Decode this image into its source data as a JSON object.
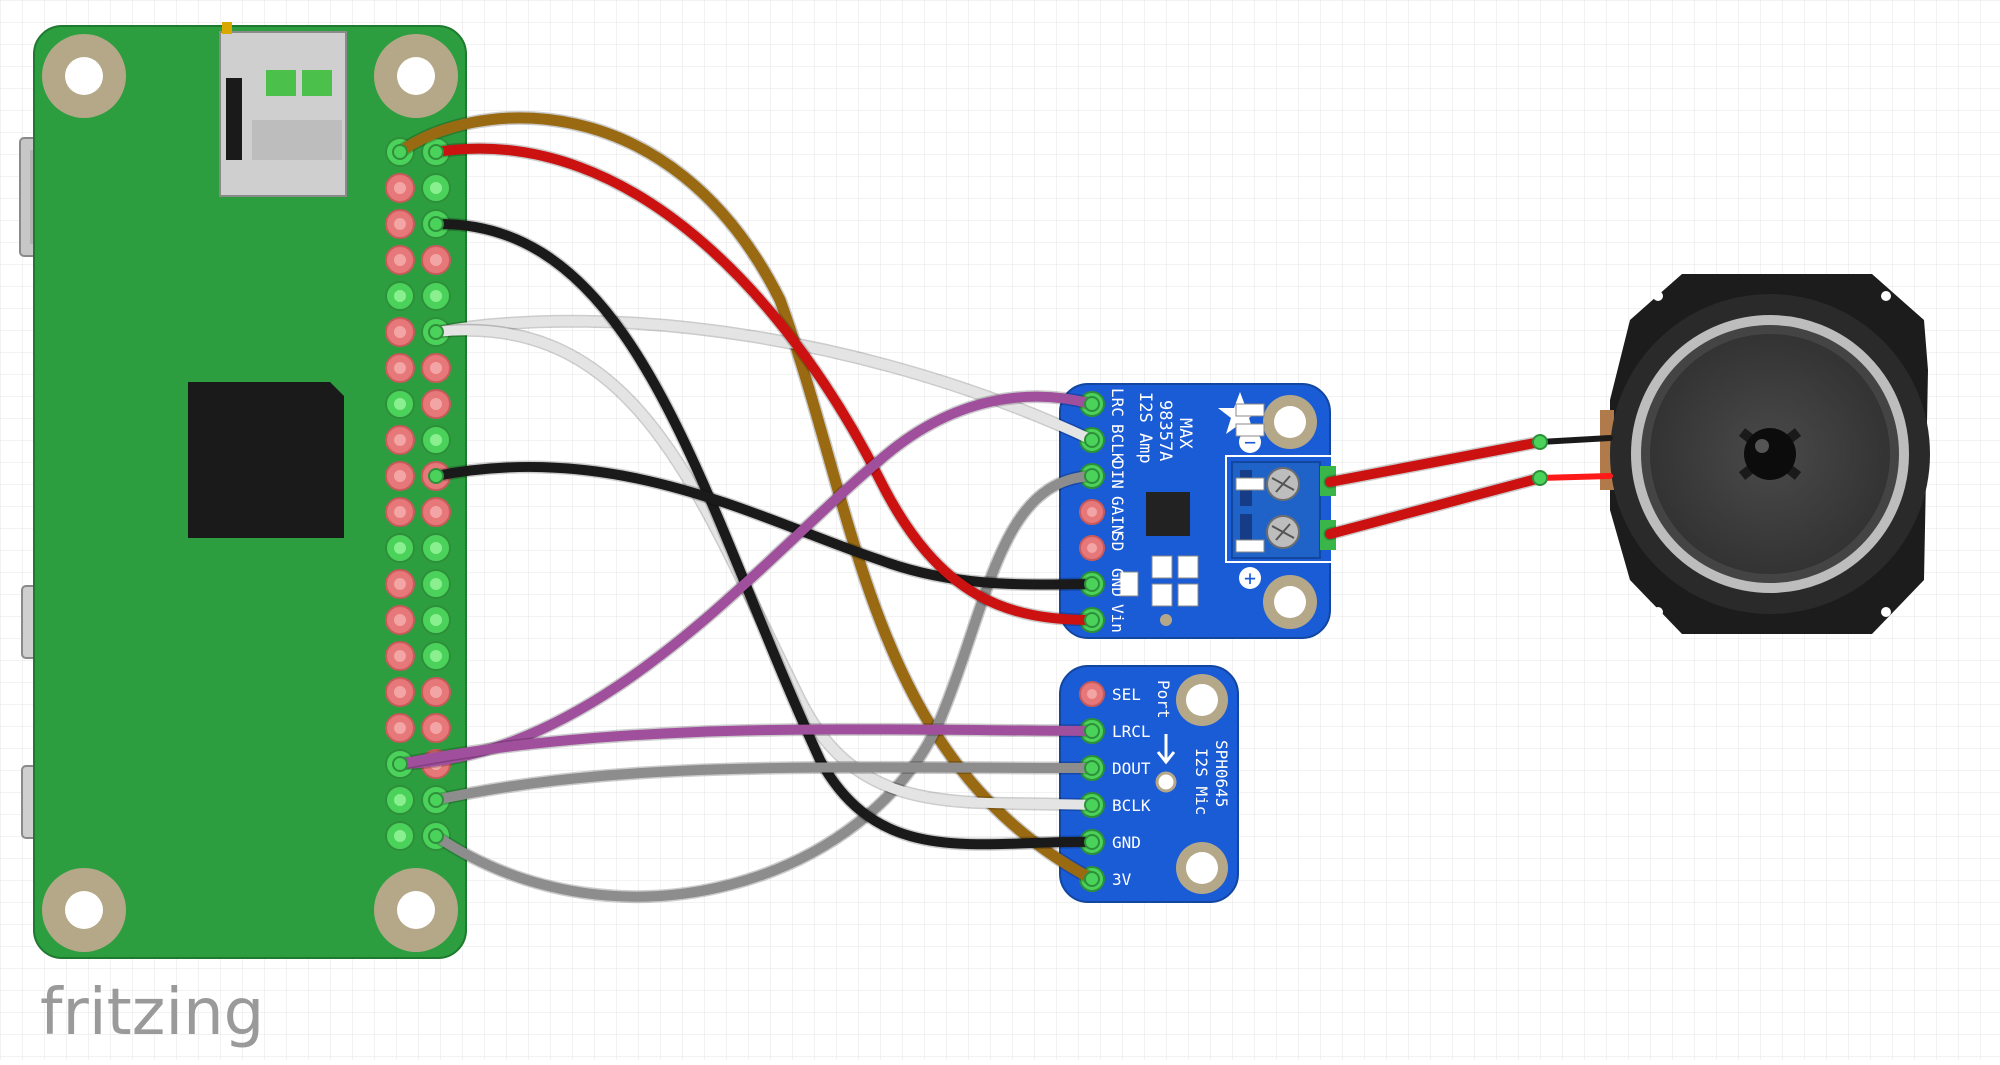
{
  "watermark": "fritzing",
  "amp": {
    "title_lines": [
      "MAX",
      "98357A",
      "I2S Amp"
    ],
    "pins": [
      "LRC",
      "BCLK",
      "DIN",
      "GAIN",
      "SD",
      "GND",
      "Vin"
    ],
    "polarity": [
      "−",
      "+"
    ]
  },
  "mic": {
    "title_lines": [
      "SPH0645",
      "I2S Mic"
    ],
    "port_label": "Port",
    "pins": [
      "SEL",
      "LRCL",
      "DOUT",
      "BCLK",
      "GND",
      "3V"
    ]
  },
  "colors": {
    "canvas": "#ffffff",
    "grid": "#e6e6e6",
    "pcb_green": "#2d9e3f",
    "breakout_blue": "#1a5bd6",
    "wire_brown": "#9a6a12",
    "wire_red": "#cc1111",
    "wire_black": "#1a1a1a",
    "wire_white": "#e4e4e4",
    "wire_purple": "#a04f9d",
    "wire_gray": "#8d8d8d"
  }
}
